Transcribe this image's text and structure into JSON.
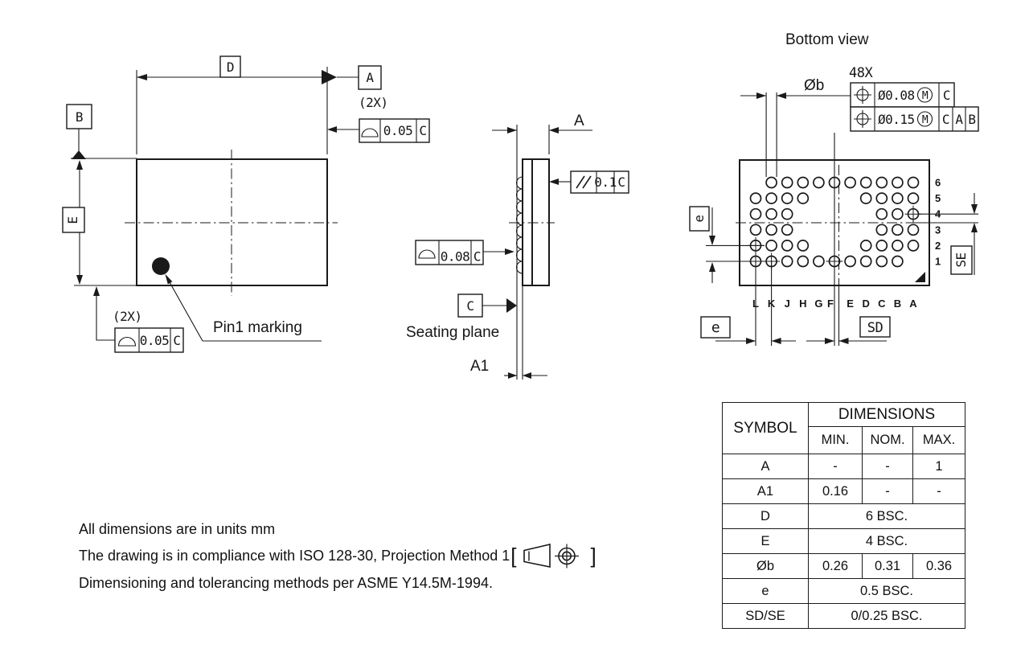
{
  "drawing": {
    "top_view": {
      "dim_d_label": "D",
      "dim_e_label": "E",
      "datum_a": "A",
      "datum_b": "B",
      "fcf_top_right": {
        "count": "(2X)",
        "value": "0.05",
        "datum": "C"
      },
      "fcf_bottom_left": {
        "count": "(2X)",
        "value": "0.05",
        "datum": "C"
      },
      "pin1_label": "Pin1 marking"
    },
    "side_view": {
      "dim_a_label": "A",
      "dim_a1_label": "A1",
      "fcf_parallelism": {
        "value": "0.1",
        "datum": "C"
      },
      "fcf_profile": {
        "value": "0.08",
        "datum": "C"
      },
      "datum_c": "C",
      "seating_plane_label": "Seating plane"
    },
    "bottom_view": {
      "title": "Bottom view",
      "ball_count": "48X",
      "ball_dia_label": "Øb",
      "fcf_position_upper": {
        "value": "Ø0.08",
        "modifier": "M",
        "datums": [
          "C"
        ]
      },
      "fcf_position_lower": {
        "value": "Ø0.15",
        "modifier": "M",
        "datums": [
          "C",
          "A",
          "B"
        ]
      },
      "pitch_left_label": "e",
      "pitch_bottom_label": "e",
      "sd_label": "SD",
      "se_label": "SE",
      "column_labels": [
        "L",
        "K",
        "J",
        "H",
        "G",
        "F",
        "E",
        "D",
        "C",
        "B",
        "A"
      ],
      "row_labels": [
        "6",
        "5",
        "4",
        "3",
        "2",
        "1"
      ],
      "ball_rows": [
        {
          "row": "6",
          "cols": [
            "K",
            "J",
            "H",
            "G",
            "F",
            "E",
            "D",
            "C",
            "B",
            "A"
          ]
        },
        {
          "row": "5",
          "cols": [
            "L",
            "K",
            "J",
            "H",
            "D",
            "C",
            "B",
            "A"
          ]
        },
        {
          "row": "4",
          "cols": [
            "L",
            "K",
            "J",
            "C",
            "B",
            "A"
          ]
        },
        {
          "row": "3",
          "cols": [
            "L",
            "K",
            "J",
            "C",
            "B",
            "A"
          ]
        },
        {
          "row": "2",
          "cols": [
            "L",
            "K",
            "J",
            "H",
            "D",
            "C",
            "B",
            "A"
          ]
        },
        {
          "row": "1",
          "cols": [
            "L",
            "K",
            "J",
            "H",
            "G",
            "F",
            "E",
            "D",
            "C",
            "B"
          ]
        }
      ],
      "crosshair_balls": [
        "A4",
        "L2",
        "L1",
        "K1",
        "F1"
      ]
    }
  },
  "notes": {
    "line1": "All dimensions are in units mm",
    "line2_prefix": "The drawing is in compliance with ISO 128-30, Projection Method 1 ",
    "bracket_open": "[",
    "bracket_close": "]",
    "line3": "Dimensioning and tolerancing methods per ASME Y14.5M-1994."
  },
  "table": {
    "header_symbol": "SYMBOL",
    "header_dimensions": "DIMENSIONS",
    "subheaders": [
      "MIN.",
      "NOM.",
      "MAX."
    ],
    "rows": [
      {
        "symbol": "A",
        "min": "-",
        "nom": "-",
        "max": "1"
      },
      {
        "symbol": "A1",
        "min": "0.16",
        "nom": "-",
        "max": "-"
      },
      {
        "symbol": "D",
        "span": "6 BSC."
      },
      {
        "symbol": "E",
        "span": "4 BSC."
      },
      {
        "symbol": "Øb",
        "min": "0.26",
        "nom": "0.31",
        "max": "0.36"
      },
      {
        "symbol": "e",
        "span": "0.5 BSC."
      },
      {
        "symbol": "SD/SE",
        "span": "0/0.25 BSC."
      }
    ]
  },
  "colors": {
    "line": "#1a1a1a",
    "background": "#ffffff"
  }
}
